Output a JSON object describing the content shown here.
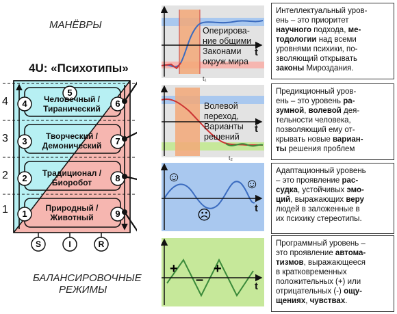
{
  "headings": {
    "top": "МАНЁВРЫ",
    "bottom_line1": "БАЛАНСИРОВОЧНЫЕ",
    "bottom_line2": "РЕЖИМЫ",
    "model_title": "4U: «Психотипы»"
  },
  "levels": [
    "4",
    "3",
    "2",
    "1"
  ],
  "cells": [
    {
      "line1": "Человечный /",
      "line2": "Тиранический"
    },
    {
      "line1": "Творческий /",
      "line2": "Демонический"
    },
    {
      "line1": "Традиционал /",
      "line2": "Биоробот"
    },
    {
      "line1": "Природный /",
      "line2": "Животный"
    }
  ],
  "nodes": [
    "1",
    "2",
    "3",
    "4",
    "5",
    "6",
    "7",
    "8",
    "9"
  ],
  "sir": [
    "S",
    "I",
    "R"
  ],
  "charts": [
    {
      "text": [
        "Оперирова-",
        "ние общими",
        "Законами",
        "окруж.мира"
      ],
      "t": "t",
      "sub": "t₁"
    },
    {
      "text": [
        "Волевой",
        "переход,",
        "Варианты",
        "решений"
      ],
      "t": "t",
      "sub": "t₂"
    },
    {
      "t": "t",
      "faces": [
        "☺",
        "☹",
        "☺"
      ]
    },
    {
      "t": "t",
      "signs": [
        "+",
        "–",
        "+"
      ]
    }
  ],
  "descriptions": [
    [
      {
        "t": "Интеллектуальный уров-"
      },
      {
        "t": "ень – это приоритет"
      },
      {
        "b": "научного",
        "t": " подхода, "
      },
      {
        "b": "ме-"
      },
      {
        "b": "тодологии",
        "t": " над всеми"
      },
      {
        "t": "уровнями психики, по-"
      },
      {
        "t": "зволяющий открывать"
      },
      {
        "b": "законы",
        "t": " Мироздания."
      }
    ],
    [
      {
        "t": "Предикционный уров-"
      },
      {
        "t": "ень – это уровень "
      },
      {
        "b": "ра-"
      },
      {
        "b": "зумной",
        "t": ", "
      },
      {
        "b": "волевой",
        "t": " дея-"
      },
      {
        "t": "тельности человека,"
      },
      {
        "t": "позволяющий ему от-"
      },
      {
        "t": "крывать новые "
      },
      {
        "b": "вариан-"
      },
      {
        "b": "ты",
        "t": " решения проблем"
      }
    ],
    [
      {
        "t": "Адаптационный уровень"
      },
      {
        "t": "– это проявление "
      },
      {
        "b": "рас-"
      },
      {
        "b": "судка",
        "t": ", устойчивых "
      },
      {
        "b": "эмо-"
      },
      {
        "b": "ций",
        "t": ", выражающих "
      },
      {
        "b": "веру"
      },
      {
        "t": "людей в заложенные в"
      },
      {
        "t": "их психику стереотипы."
      }
    ],
    [
      {
        "t": "Программный уровень –"
      },
      {
        "t": "это проявление "
      },
      {
        "b": "автома-"
      },
      {
        "b": "тизмов",
        "t": ", выражающееся"
      },
      {
        "t": "в кратковременных"
      },
      {
        "t": "положительных (+) или"
      },
      {
        "t": "отрицательных (-) "
      },
      {
        "b": "ощу-"
      },
      {
        "b": "щениях",
        "t": ", "
      },
      {
        "b": "чувствах",
        "t": "."
      }
    ]
  ],
  "colors": {
    "cyan": "#b7f0f3",
    "pink": "#f6b6b0",
    "blue_band": "#a9c8ef",
    "green_band": "#c6e89a",
    "orange": "#f3a878",
    "grey": "#e3e3e3"
  }
}
